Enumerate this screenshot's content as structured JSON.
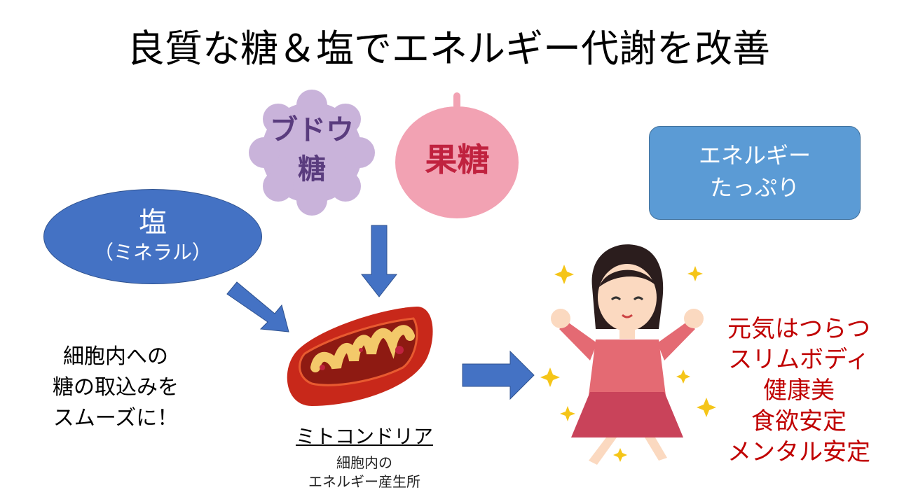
{
  "title": "良質な糖＆塩でエネルギー代謝を改善",
  "salt": {
    "main": "塩",
    "sub": "（ミネラル）"
  },
  "glucose_badge": {
    "line1": "ブドウ",
    "line2": "糖"
  },
  "fructose_badge": {
    "text": "果糖"
  },
  "energy_box": {
    "line1": "エネルギー",
    "line2": "たっぷり"
  },
  "uptake_text": [
    "細胞内への",
    "糖の取込みを",
    "スムーズに！"
  ],
  "mitochondria": {
    "label": "ミトコンドリア",
    "sub1": "細胞内の",
    "sub2": "エネルギー産生所"
  },
  "benefits": [
    "元気はつらつ",
    "スリムボディ",
    "健康美",
    "食欲安定",
    "メンタル安定"
  ],
  "colors": {
    "arrow": "#4472c4",
    "salt": "#4472c4",
    "energy_box": "#5b9bd5",
    "benefit_text": "#c00000"
  }
}
